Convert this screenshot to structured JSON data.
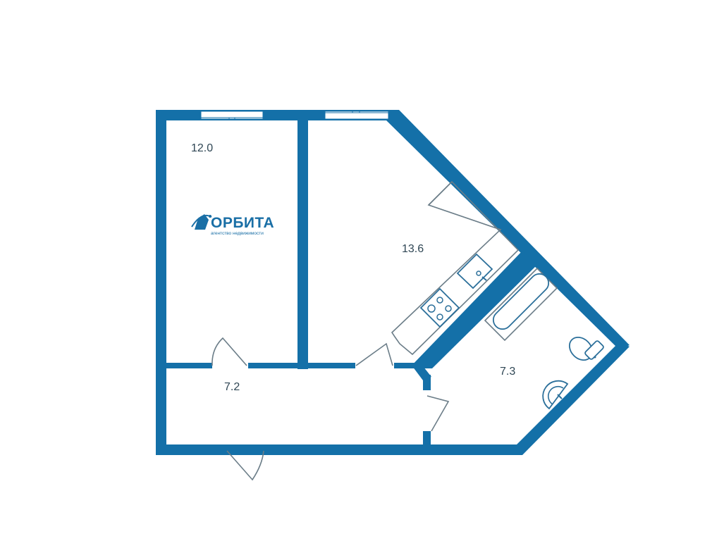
{
  "plan": {
    "wall_color": "#1470a8",
    "rooms": [
      {
        "id": "bedroom",
        "area": "12.0"
      },
      {
        "id": "kitchen-living",
        "area": "13.6"
      },
      {
        "id": "hallway",
        "area": "7.2"
      },
      {
        "id": "bathroom",
        "area": "7.3"
      }
    ]
  },
  "logo": {
    "name": "ОРБИТА",
    "tagline": "агентство недвижимости",
    "color": "#1a6fa6"
  }
}
